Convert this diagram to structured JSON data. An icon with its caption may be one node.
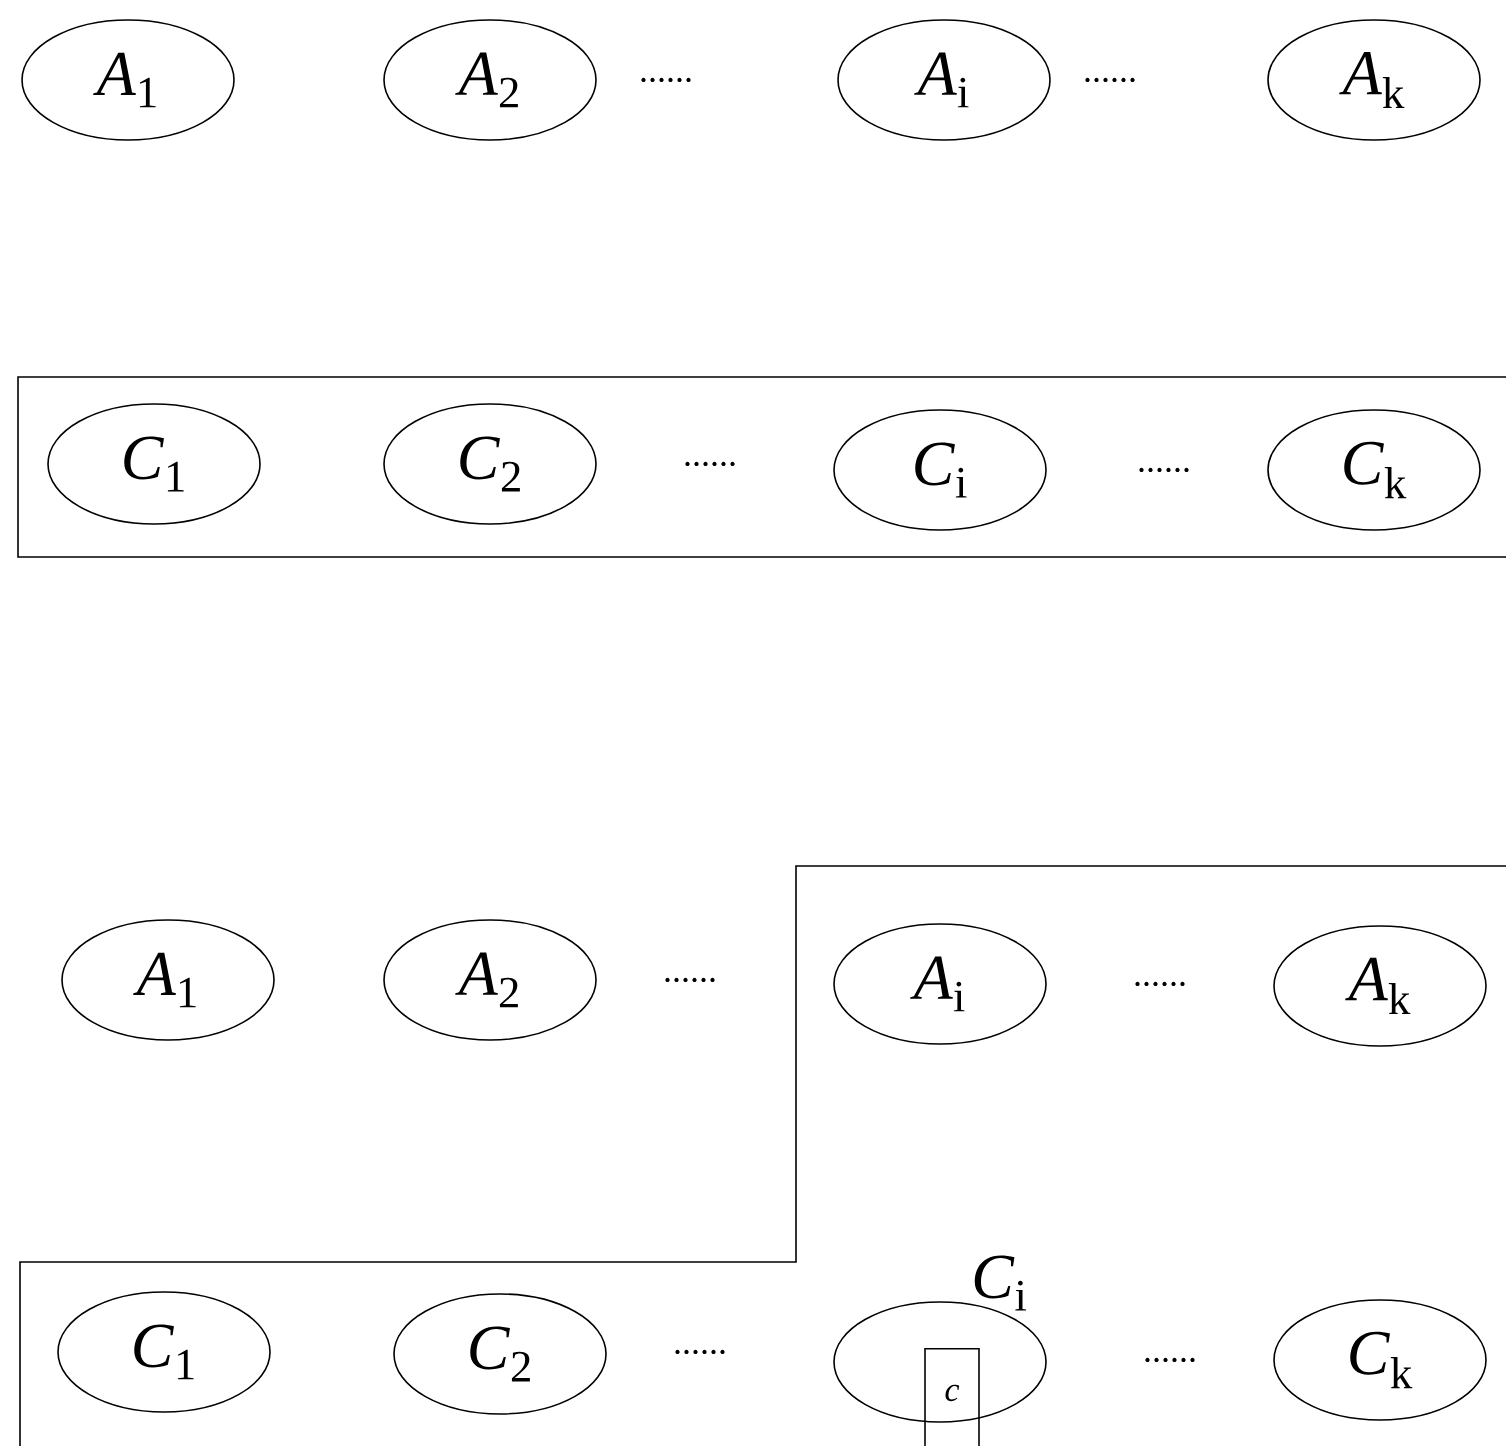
{
  "diagram": {
    "nodes": [
      {
        "text": [
          "*A*$_{1}$"
        ]
      },
      {
        "text": [
          "*A*$_{2}$"
        ]
      },
      {
        "text": [
          "*A*$_{i}$"
        ]
      },
      {
        "text": [
          "*A*$_{k}$"
        ]
      },
      {
        "text": [],
        "shape": "box"
      },
      {
        "text": [
          "*C*$_{1}$"
        ],
        "in": 4
      },
      {
        "text": [
          "*C*$_{2}$"
        ],
        "in": 4
      },
      {
        "text": [
          "*C*$_{i}$"
        ],
        "in": 4
      },
      {
        "text": [
          "*C*$_{k}$"
        ],
        "in": 4
      },
      {
        "text": [
          "*A*$_{1}$"
        ]
      },
      {
        "text": [
          "*A*$_{2}$"
        ]
      },
      {
        "text": [
          "*A*$_{i}$"
        ]
      },
      {
        "text": [
          "*A*$_{k}$"
        ]
      },
      {
        "text": [
          "*C*$_{1}$"
        ]
      },
      {
        "text": [
          "*C*$_{2}$"
        ]
      },
      {
        "text": [],
        "shape": "ellipse",
        "beside": [
          "*C*$_{i}$"
        ]
      },
      {
        "text": [
          "c"
        ]
      },
      {
        "text": [
          "*C*$_{k}$"
        ]
      }
    ],
    "labels": [
      "......",
      "......",
      "......",
      "......",
      "......",
      "......",
      "......",
      "......"
    ]
  }
}
